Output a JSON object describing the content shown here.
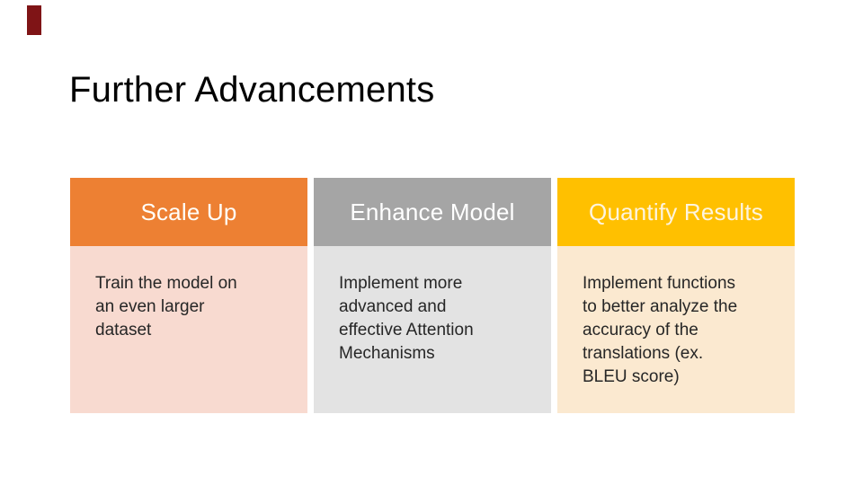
{
  "slide": {
    "title": "Further Advancements",
    "title_color": "#000000",
    "background_color": "#FFFFFF",
    "body_text_color": "#262626",
    "accent_bar_color": "#7F1416",
    "columns": [
      {
        "header": "Scale Up",
        "header_bg": "#ED8033",
        "header_text_color": "#FFFEF9",
        "body_bg": "#F8DAD0",
        "body": "Train the model on\nan even larger\ndataset"
      },
      {
        "header": "Enhance Model",
        "header_bg": "#A5A5A5",
        "header_text_color": "#FFFFFF",
        "body_bg": "#E3E3E3",
        "body": "Implement more\nadvanced and\neffective Attention\nMechanisms"
      },
      {
        "header": "Quantify Results",
        "header_bg": "#FFC000",
        "header_text_color": "#FDF4DF",
        "body_bg": "#FBE9D0",
        "body": "Implement functions\nto better analyze the\naccuracy of the\ntranslations (ex.\nBLEU score)"
      }
    ]
  }
}
